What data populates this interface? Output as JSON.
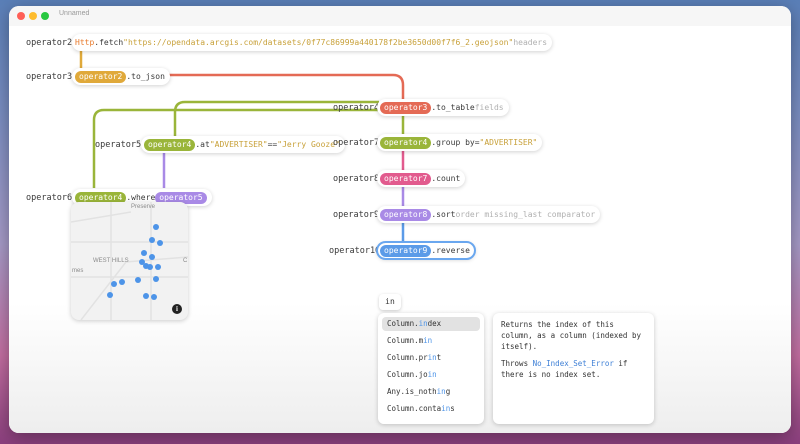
{
  "window": {
    "title": "Unnamed"
  },
  "colors": {
    "orange": "#e0a93a",
    "red": "#e46a55",
    "olive": "#9ab53a",
    "pink": "#e25b8e",
    "purple": "#a98ae6",
    "blue": "#5b9be8"
  },
  "nodes": {
    "op2": {
      "var": "operator2",
      "prefix": "Http",
      "method": ".fetch ",
      "arg": "\"https://opendata.arcgis.com/datasets/0f77c86999a440178f2be3650d00f7f6_2.geojson\"",
      "extra": " headers"
    },
    "op3": {
      "var": "operator3",
      "ref": "operator2",
      "rest": ".to_json"
    },
    "op4": {
      "var": "operator4",
      "ref": "operator3",
      "rest": ".to_table ",
      "extra": "fields"
    },
    "op5": {
      "var": "operator5",
      "ref": "operator4",
      "rest": ".at ",
      "arg": "\"ADVERTISER\"",
      "op": " == ",
      "arg2": "\"Jerry Gooze\""
    },
    "op6": {
      "var": "operator6",
      "ref": "operator4",
      "rest": ".where ",
      "ref2": "operator5"
    },
    "op7": {
      "var": "operator7",
      "ref": "operator4",
      "rest": ".group by=",
      "arg": "\"ADVERTISER\""
    },
    "op8": {
      "var": "operator8",
      "ref": "operator7",
      "rest": ".count"
    },
    "op9": {
      "var": "operator9",
      "ref": "operator8",
      "rest": ".sort ",
      "extra": "order missing_last comparator"
    },
    "op10": {
      "var": "operator10",
      "ref": "operator9",
      "rest": ".reverse"
    }
  },
  "map": {
    "labels": {
      "preserve": "Preserve",
      "west_hills": "WEST HILLS",
      "c": "C",
      "mes": "mes"
    },
    "info": "i"
  },
  "search": {
    "query": "in"
  },
  "suggestions": [
    {
      "pre": "Column.",
      "hl": "in",
      "post": "dex"
    },
    {
      "pre": "Column.m",
      "hl": "in",
      "post": ""
    },
    {
      "pre": "Column.pr",
      "hl": "in",
      "post": "t"
    },
    {
      "pre": "Column.jo",
      "hl": "in",
      "post": ""
    },
    {
      "pre": "Any.is_noth",
      "hl": "in",
      "post": "g"
    },
    {
      "pre": "Column.conta",
      "hl": "in",
      "post": "s"
    }
  ],
  "doc": {
    "p1": "Returns the index of this column, as a column (indexed by itself).",
    "p2_pre": "Throws ",
    "p2_link": "No_Index_Set_Error",
    "p2_post": " if there is no index set."
  }
}
